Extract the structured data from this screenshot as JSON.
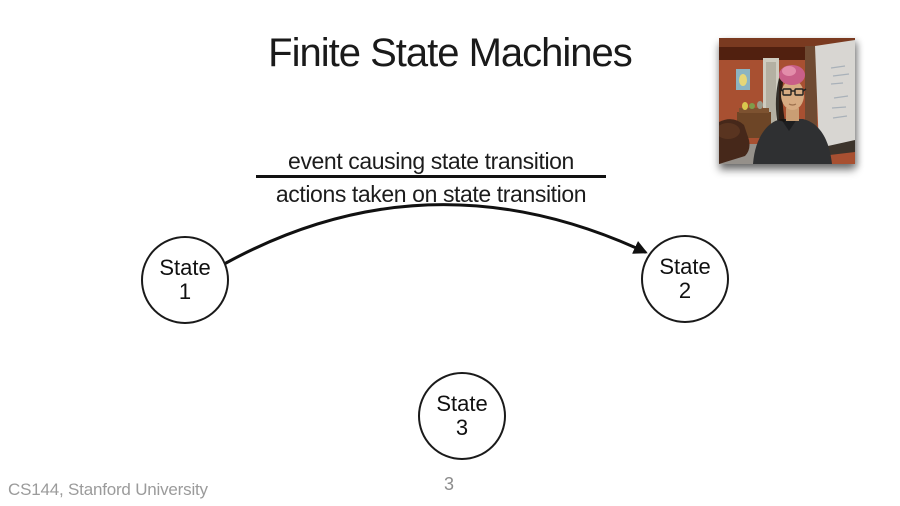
{
  "slide": {
    "title": "Finite State Machines",
    "transition": {
      "numerator": "event causing state transition",
      "denominator": "actions taken on state transition"
    },
    "states": [
      {
        "name": "State",
        "number": "1"
      },
      {
        "name": "State",
        "number": "2"
      },
      {
        "name": "State",
        "number": "3"
      }
    ],
    "footer": "CS144, Stanford University",
    "page_number": "3"
  },
  "colors": {
    "text": "#1c1c1c",
    "muted": "#9b9b9b",
    "arrow": "#111111",
    "background": "#ffffff"
  }
}
